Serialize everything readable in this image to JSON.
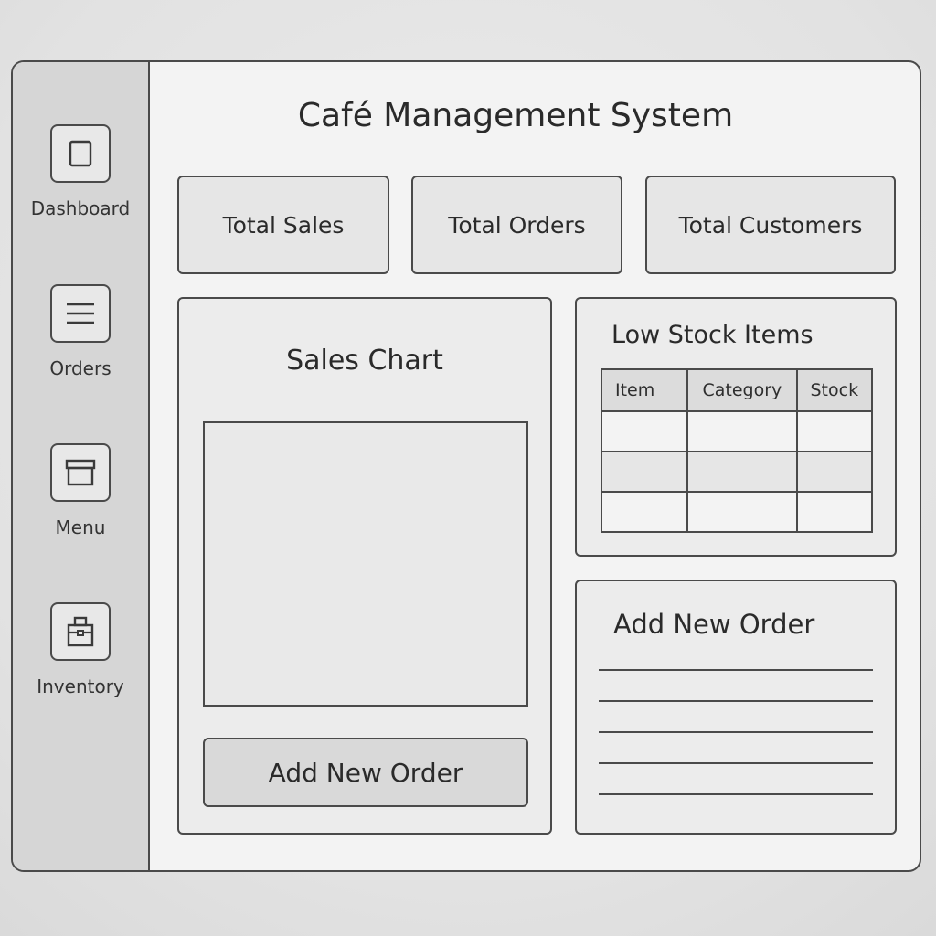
{
  "sidebar": {
    "items": [
      {
        "label": "Dashboard",
        "icon": "dashboard-icon"
      },
      {
        "label": "Orders",
        "icon": "list-icon"
      },
      {
        "label": "Menu",
        "icon": "menu-box-icon"
      },
      {
        "label": "Inventory",
        "icon": "inventory-bag-icon"
      }
    ]
  },
  "header": {
    "title": "Café Management System"
  },
  "stats": {
    "total_sales": "Total Sales",
    "total_orders": "Total Orders",
    "total_customers": "Total Customers"
  },
  "sales_panel": {
    "title": "Sales Chart",
    "button_label": "Add New Order"
  },
  "low_stock": {
    "title": "Low Stock Items",
    "columns": [
      "Item",
      "Category",
      "Stock"
    ],
    "rows": [
      [
        "",
        "",
        ""
      ],
      [
        "",
        "",
        ""
      ],
      [
        "",
        "",
        ""
      ]
    ]
  },
  "order_form": {
    "title": "Add New Order"
  },
  "colors": {
    "sidebar_bg": "#d6d6d6",
    "border": "#4a4a4a",
    "window_bg": "#f3f3f3"
  }
}
